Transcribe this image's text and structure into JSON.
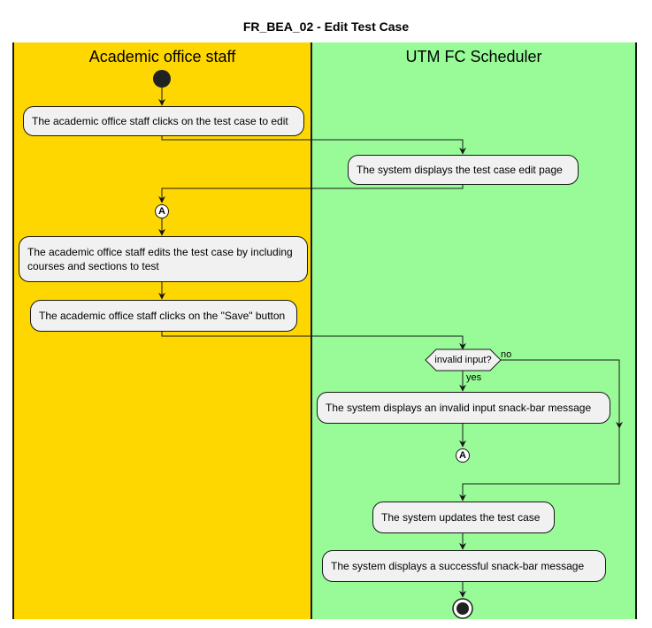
{
  "diagram": {
    "title": "FR_BEA_02 - Edit Test Case",
    "colors": {
      "lane_staff": "#FFD700",
      "lane_system": "#98FB98",
      "node_fill": "#F1F1F1",
      "line": "#181818"
    },
    "lanes": [
      {
        "id": "staff",
        "title": "Academic office staff"
      },
      {
        "id": "system",
        "title": "UTM FC Scheduler"
      }
    ],
    "steps": {
      "click_test_case": "The academic office staff clicks on the test case to edit",
      "display_edit_page": "The system displays the test case edit page",
      "edit_test_case": "The academic office staff edits the test case by including\ncourses and sections to test",
      "click_save": "The academic office staff clicks on the \"Save\" button",
      "invalid_message": "The system displays an invalid input snack-bar message",
      "update_test_case": "The system updates the test case",
      "success_message": "The system displays a successful snack-bar message"
    },
    "decision": {
      "question": "invalid input?",
      "yes_label": "yes",
      "no_label": "no"
    },
    "connector": "A"
  }
}
